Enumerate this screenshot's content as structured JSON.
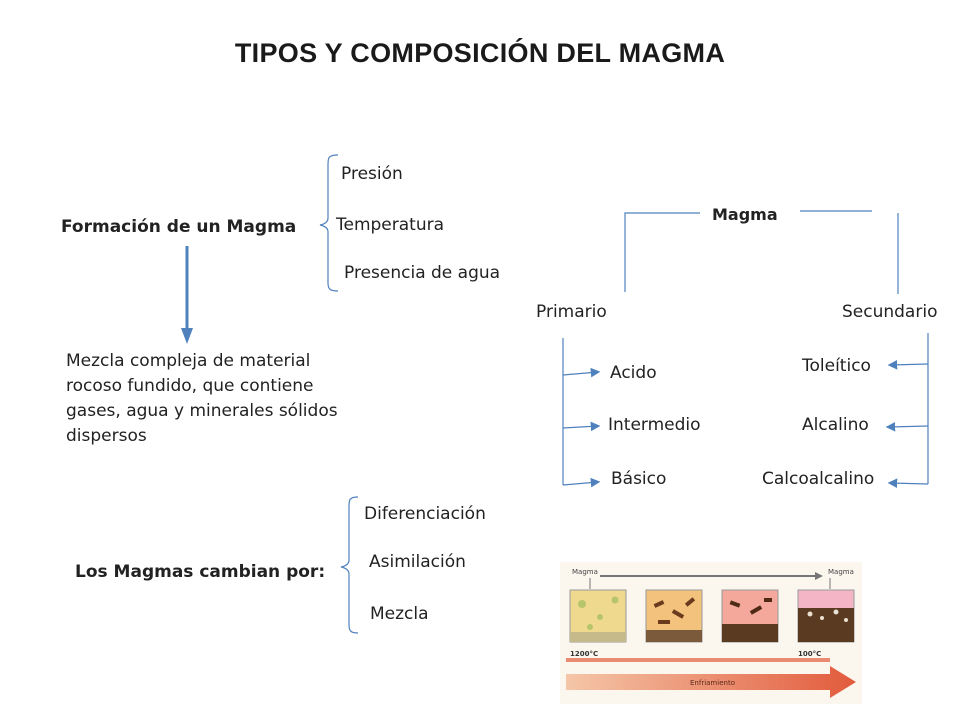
{
  "title": "TIPOS Y COMPOSICIÓN DEL MAGMA",
  "formation": {
    "label": "Formación de un Magma",
    "factors": [
      "Presión",
      "Temperatura",
      "Presencia de agua"
    ],
    "definition": "Mezcla compleja de material rocoso fundido, que contiene gases, agua y minerales sólidos dispersos"
  },
  "change": {
    "label": "Los Magmas cambian por:",
    "processes": [
      "Diferenciación",
      "Asimilación",
      "Mezcla"
    ]
  },
  "tree": {
    "root": "Magma",
    "primary": {
      "label": "Primario",
      "types": [
        "Acido",
        "Intermedio",
        "Básico"
      ]
    },
    "secondary": {
      "label": "Secundario",
      "types": [
        "Toleítico",
        "Alcalino",
        "Calcoalcalino"
      ]
    }
  },
  "cooling_figure": {
    "label_left_top": "Magma",
    "label_right_top": "Magma",
    "temp_start": "1200°C",
    "temp_end": "100°C",
    "arrow_label": "Enfriamiento"
  },
  "colors": {
    "arrow": "#4f81bd",
    "lines": "#4f81bd",
    "cooling_arrow": "#e25a3c"
  }
}
